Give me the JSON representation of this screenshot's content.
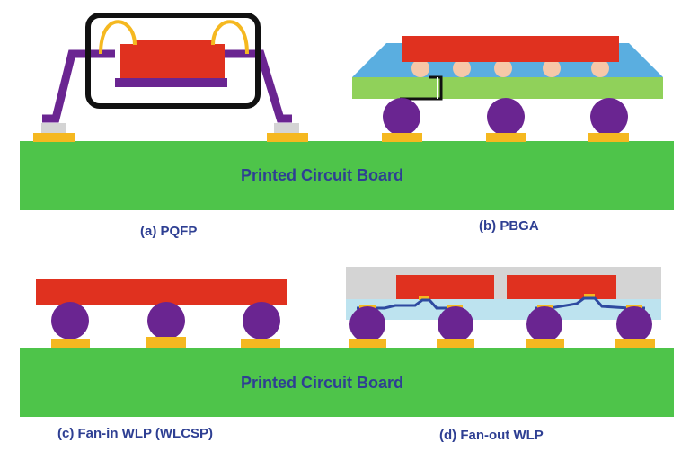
{
  "figure": {
    "pcb_label_top": "Printed Circuit Board",
    "pcb_label_bottom": "Printed Circuit Board",
    "caption_a": "(a) PQFP",
    "caption_b": "(b) PBGA",
    "caption_c": "(c) Fan-in WLP (WLCSP)",
    "caption_d": "(d) Fan-out WLP"
  },
  "colors": {
    "pcb": "#4ec44a",
    "die": "#e0311f",
    "pad": "#f5b820",
    "ball": "#6a2591",
    "lead": "#6a2591",
    "wire": "#f5b820",
    "substrate": "#90d15a",
    "mold_blue": "#5aaee0",
    "mold_gray": "#d4d4d4",
    "rdl_layer": "#bde3ef",
    "rdl_trace": "#2e4aa0",
    "bump": "#f6c8a8",
    "text": "#2e3f93"
  }
}
